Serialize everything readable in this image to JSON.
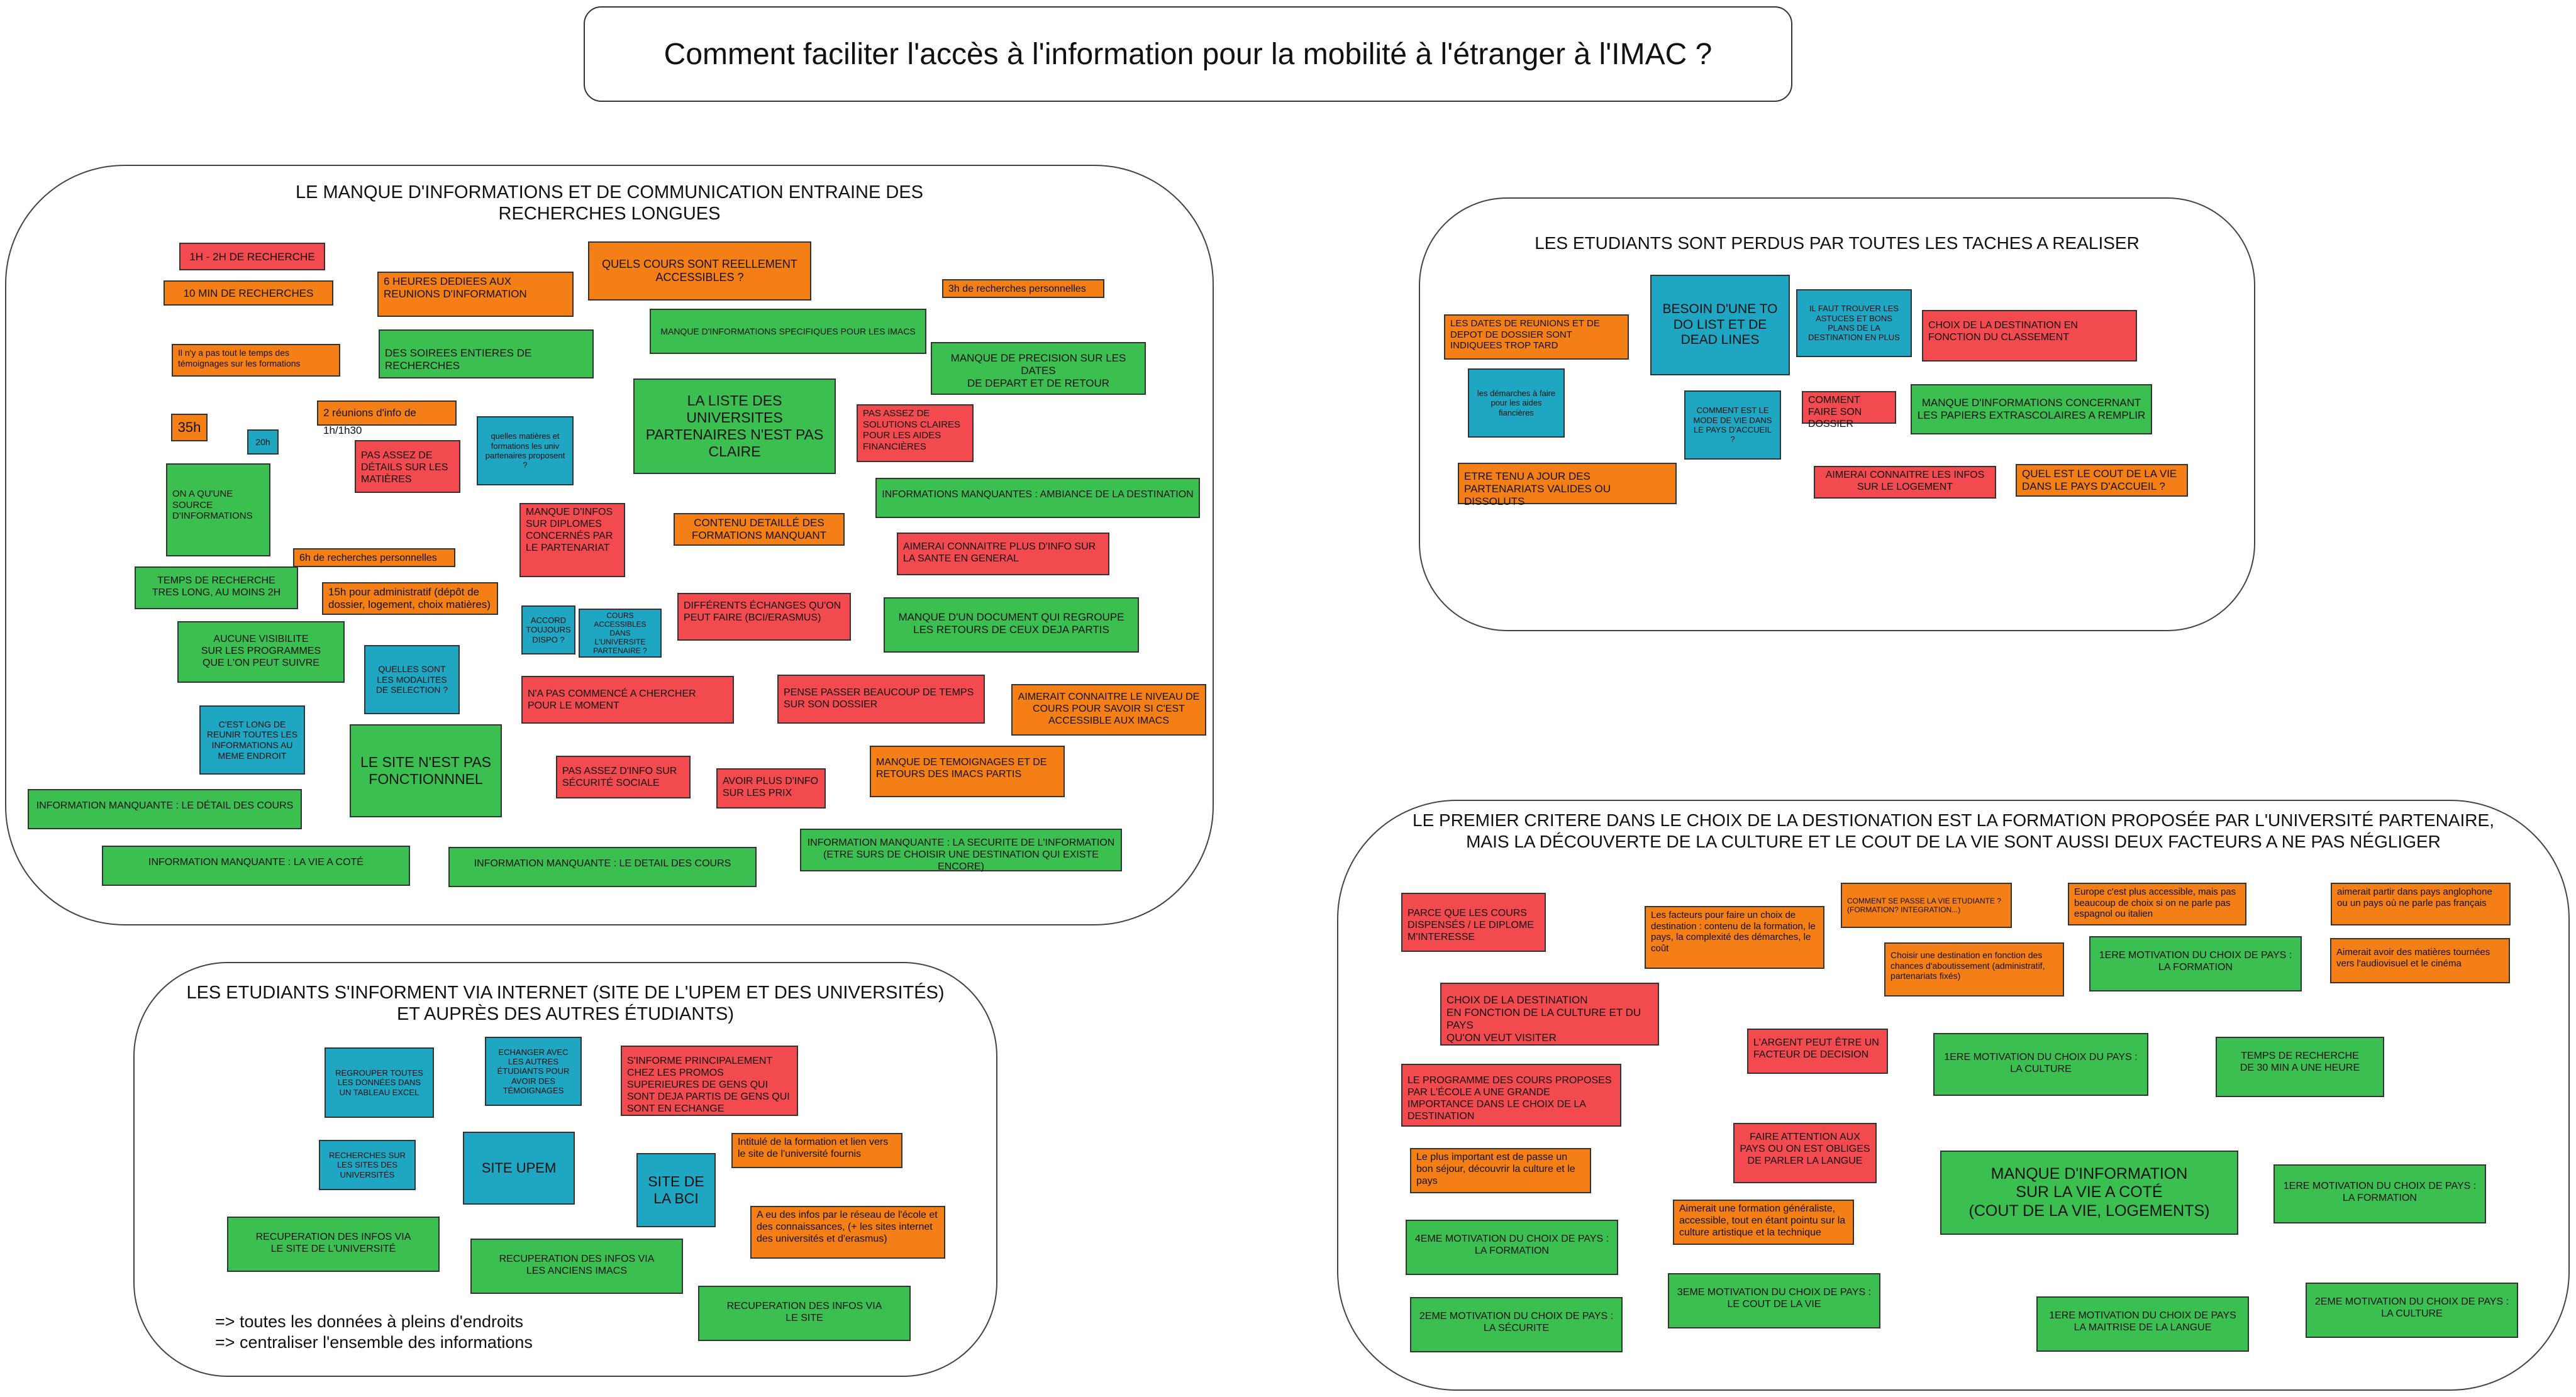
{
  "title": "Comment faciliter l'accès à l'information pour la mobilité à l'étranger à l'IMAC ?",
  "colors": {
    "orange": "#f57f17",
    "red": "#f34a4f",
    "green": "#3bbf50",
    "blue": "#1ea6c2"
  },
  "groups": {
    "g1": {
      "title": "LE MANQUE D'INFORMATIONS ET DE COMMUNICATION ENTRAINE DES\nRECHERCHES LONGUES",
      "notes": {
        "n1": "1H - 2H DE RECHERCHE",
        "n2": "10 MIN DE RECHERCHES",
        "n3": "6 HEURES DEDIEES AUX REUNIONS D'INFORMATION",
        "n4": "QUELS COURS SONT REELLEMENT ACCESSIBLES ?",
        "n5": "3h de recherches personnelles",
        "n6": "Il n'y a pas tout le temps des témoignages sur les formations",
        "n7": "DES SOIREES ENTIERES DE RECHERCHES",
        "n8": "MANQUE D'INFORMATIONS SPECIFIQUES POUR LES IMACS",
        "n9": "MANQUE DE PRECISION SUR LES DATES\nDE DEPART ET DE RETOUR",
        "n10": "35h",
        "n11": "20h",
        "n12": "2 réunions d'info de 1h/1h30",
        "n13": "PAS ASSEZ DE DÉTAILS SUR LES MATIÈRES",
        "n14": "quelles matières et formations les univ partenaires proposent ?",
        "n15": "LA LISTE DES UNIVERSITES PARTENAIRES N'EST PAS CLAIRE",
        "n16": "PAS ASSEZ DE SOLUTIONS CLAIRES POUR LES AIDES FINANCIÈRES",
        "n17": "ON A QU'UNE SOURCE D'INFORMATIONS",
        "n18": "INFORMATIONS MANQUANTES :  AMBIANCE DE LA DESTINATION",
        "n19": "MANQUE D'INFOS SUR DIPLOMES CONCERNÉS PAR LE PARTENARIAT",
        "n20": "CONTENU DETAILLÉ DES FORMATIONS MANQUANT",
        "n21": "6h de recherches personnelles",
        "n22": "AIMERAI CONNAITRE PLUS D'INFO SUR LA SANTE EN GENERAL",
        "n23": "TEMPS DE RECHERCHE\nTRES LONG, AU MOINS 2H",
        "n24": "15h pour administratif (dépôt de dossier, logement, choix matières)",
        "n25": "ACCORD TOUJOURS DISPO ?",
        "n26": "COURS ACCESSIBLES DANS L'UNIVERSITE PARTENAIRE ?",
        "n27": "DIFFÉRENTS ÉCHANGES QU'ON PEUT FAIRE (BCI/ERASMUS)",
        "n28": "MANQUE D'UN DOCUMENT QUI REGROUPE\nLES RETOURS DE CEUX DEJA PARTIS",
        "n29": "AUCUNE VISIBILITE\nSUR LES PROGRAMMES\nQUE L'ON PEUT SUIVRE",
        "n30": "QUELLES SONT LES MODALITES DE SELECTION ?",
        "n31": "N'A PAS COMMENCÉ A CHERCHER POUR LE MOMENT",
        "n32": "PENSE PASSER BEAUCOUP DE TEMPS SUR SON DOSSIER",
        "n33": "AIMERAIT CONNAITRE LE NIVEAU DE COURS POUR SAVOIR SI C'EST ACCESSIBLE AUX IMACS",
        "n34": "C'EST LONG DE REUNIR TOUTES LES INFORMATIONS AU MEME ENDROIT",
        "n35": "LE SITE N'EST PAS FONCTIONNNEL",
        "n36": "PAS ASSEZ D'INFO SUR SÉCURITÉ SOCIALE",
        "n37": "AVOIR PLUS D'INFO SUR LES PRIX",
        "n38": "MANQUE DE TEMOIGNAGES ET DE RETOURS DES IMACS PARTIS",
        "n39": "INFORMATION MANQUANTE : LE DÉTAIL DES COURS",
        "n40": "INFORMATION MANQUANTE : LA VIE A COTÉ",
        "n41": "INFORMATION MANQUANTE : LE DETAIL DES COURS",
        "n42": "INFORMATION MANQUANTE : LA SECURITE DE L'INFORMATION (ETRE SURS DE CHOISIR UNE DESTINATION QUI EXISTE ENCORE)"
      }
    },
    "g2": {
      "title": "LES ETUDIANTS SONT PERDUS PAR TOUTES LES TACHES A REALISER",
      "notes": {
        "n1": "LES DATES DE REUNIONS ET DE DEPOT DE DOSSIER SONT INDIQUEES TROP TARD",
        "n2": "BESOIN D'UNE TO DO LIST ET DE DEAD LINES",
        "n3": "IL FAUT TROUVER LES ASTUCES ET BONS PLANS DE LA DESTINATION EN PLUS",
        "n4": "CHOIX DE LA DESTINATION EN FONCTION DU CLASSEMENT",
        "n5": "les démarches à faire pour les aides fiancières",
        "n6": "COMMENT EST LE MODE DE VIE DANS LE PAYS D'ACCUEIL ?",
        "n7": "COMMENT FAIRE SON DOSSIER",
        "n8": "MANQUE D'INFORMATIONS CONCERNANT LES PAPIERS EXTRASCOLAIRES A REMPLIR",
        "n9": "ETRE TENU A JOUR DES PARTENARIATS VALIDES OU DISSOLUTS",
        "n10": "AIMERAI CONNAITRE LES INFOS SUR LE LOGEMENT",
        "n11": "QUEL EST LE COUT DE LA VIE DANS LE PAYS D'ACCUEIL ?"
      }
    },
    "g3": {
      "title": "LES ETUDIANTS S'INFORMENT VIA INTERNET (SITE DE L'UPEM ET DES UNIVERSITÉS)\nET AUPRÈS DES AUTRES ÉTUDIANTS)",
      "notes": {
        "n1": "REGROUPER TOUTES LES DONNÉES DANS UN TABLEAU EXCEL",
        "n2": "ECHANGER AVEC LES AUTRES ÉTUDIANTS POUR AVOIR DES TÉMOIGNAGES",
        "n3": "S'INFORME PRINCIPALEMENT CHEZ LES PROMOS SUPERIEURES DE GENS QUI SONT DEJA PARTIS DE GENS QUI SONT EN ECHANGE",
        "n4": "RECHERCHES SUR LES SITES DES UNIVERSITÉS",
        "n5": "SITE UPEM",
        "n6": "SITE DE LA BCI",
        "n7": "Intitulé de la formation et lien vers le site de l'université fournis",
        "n8": "A eu des infos par le réseau de l'école et des connaissances, (+ les sites internet des universités et d'erasmus)",
        "n9": "RECUPERATION DES INFOS VIA\nLE SITE DE L'UNIVERSITÉ",
        "n10": "RECUPERATION DES INFOS VIA\nLES ANCIENS IMACS",
        "n11": "RECUPERATION DES INFOS VIA\nLE SITE"
      },
      "conclusion": "=> toutes les données à pleins d'endroits\n=> centraliser l'ensemble des informations"
    },
    "g4": {
      "title": "LE PREMIER CRITERE DANS LE CHOIX DE LA DESTIONATION EST LA FORMATION PROPOSÉE PAR L'UNIVERSITÉ PARTENAIRE,\nMAIS LA DÉCOUVERTE DE LA CULTURE ET LE COUT DE LA VIE SONT AUSSI DEUX FACTEURS A NE PAS NÉGLIGER",
      "notes": {
        "n1": "PARCE QUE LES COURS DISPENSÉS / LE DIPLOME M'INTERESSE",
        "n2": "Les facteurs pour faire un choix de destination : contenu de la formation, le pays, la complexité des démarches, le coût",
        "n3": "COMMENT SE PASSE LA VIE ETUDIANTE ? (FORMATION? INTEGRATION...)",
        "n4": "Europe c'est plus accessible, mais pas beaucoup de choix si on ne parle pas espagnol ou italien",
        "n5": "aimerait partir dans pays anglophone ou un pays où ne parle pas français",
        "n6": "Choisir une destination en fonction des chances d'aboutissement (administratif, partenariats fixés)",
        "n7": "1ERE MOTIVATION DU CHOIX DE PAYS :\nLA FORMATION",
        "n8": "Aimerait avoir des matières tournées vers l'audiovisuel et le cinéma",
        "n9": "CHOIX DE LA DESTINATION\nEN FONCTION DE LA CULTURE ET DU PAYS\nQU'ON VEUT VISITER",
        "n10": "L'ARGENT PEUT ÊTRE UN FACTEUR DE DECISION",
        "n11": "1ERE MOTIVATION DU CHOIX DU PAYS :\nLA CULTURE",
        "n12": "TEMPS DE RECHERCHE\nDE 30 MIN A UNE HEURE",
        "n13": "LE PROGRAMME DES COURS PROPOSES PAR L'ÉCOLE A UNE GRANDE IMPORTANCE DANS LE CHOIX DE LA DESTINATION",
        "n14": "FAIRE ATTENTION AUX PAYS OU ON EST OBLIGES DE PARLER LA LANGUE",
        "n15": "Le plus important est de passe un bon séjour, découvrir la culture et le pays",
        "n16": "MANQUE D'INFORMATION\nSUR LA VIE A COTÉ\n(COUT DE LA VIE, LOGEMENTS)",
        "n17": "1ERE MOTIVATION DU CHOIX DE PAYS :\nLA FORMATION",
        "n18": "Aimerait une formation généraliste, accessible, tout en étant pointu sur la culture artistique et la technique",
        "n19": "4EME MOTIVATION DU CHOIX DE PAYS :\nLA FORMATION",
        "n20": "3EME MOTIVATION DU CHOIX DE PAYS :\nLE COUT DE LA VIE",
        "n21": "2EME MOTIVATION DU CHOIX DE PAYS :\nLA SÉCURITE",
        "n22": "1ERE MOTIVATION DU CHOIX DE PAYS\nLA MAITRISE DE LA LANGUE",
        "n23": "2EME MOTIVATION DU CHOIX DE PAYS :\nLA CULTURE"
      }
    }
  }
}
